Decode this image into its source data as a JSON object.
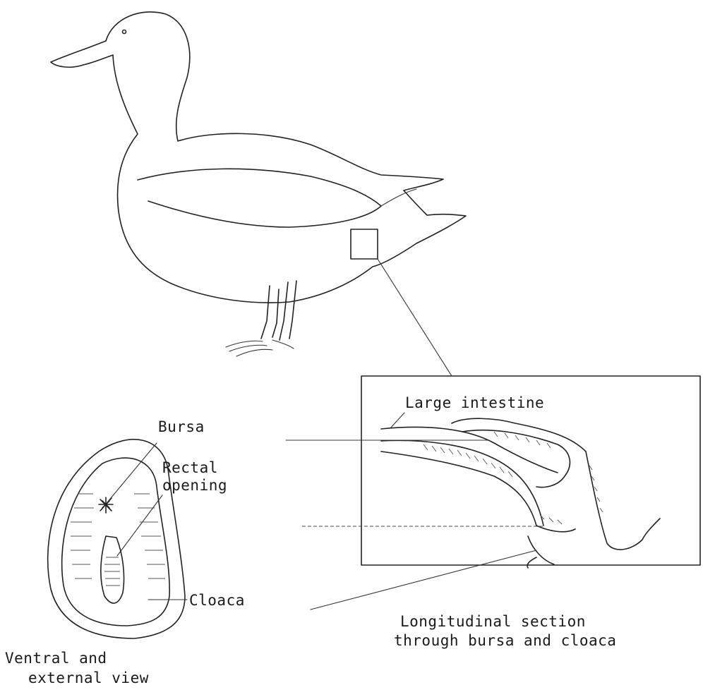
{
  "labels": {
    "large_intestine": "Large intestine",
    "bursa": "Bursa",
    "rectal_opening_line1": "Rectal",
    "rectal_opening_line2": "opening",
    "cloaca": "Cloaca",
    "section_caption_line1": "Longitudinal section",
    "section_caption_line2": "through bursa and cloaca",
    "view_caption_line1": "Ventral and",
    "view_caption_line2": "external view"
  }
}
